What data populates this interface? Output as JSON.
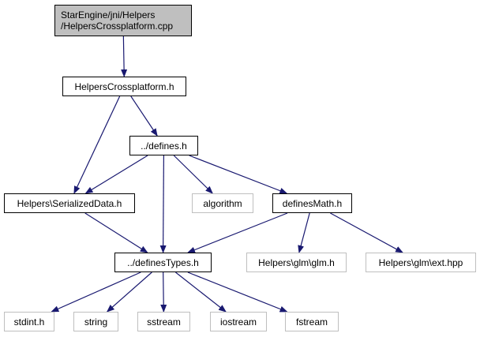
{
  "colors": {
    "edge": "#191970",
    "node_border": "#000000",
    "external_border": "#bfbfbf",
    "root_fill": "#bfbfbf",
    "background": "#ffffff"
  },
  "nodes": {
    "root": {
      "line1": "StarEngine/jni/Helpers",
      "line2": "/HelpersCrossplatform.cpp"
    },
    "crossplatform_h": {
      "label": "HelpersCrossplatform.h"
    },
    "defines_h": {
      "label": "../defines.h"
    },
    "serialized_data_h": {
      "label": "Helpers\\SerializedData.h"
    },
    "algorithm": {
      "label": "algorithm"
    },
    "defines_math_h": {
      "label": "definesMath.h"
    },
    "defines_types_h": {
      "label": "../definesTypes.h"
    },
    "glm_h": {
      "label": "Helpers\\glm\\glm.h"
    },
    "glm_ext_hpp": {
      "label": "Helpers\\glm\\ext.hpp"
    },
    "stdint_h": {
      "label": "stdint.h"
    },
    "string": {
      "label": "string"
    },
    "sstream": {
      "label": "sstream"
    },
    "iostream": {
      "label": "iostream"
    },
    "fstream": {
      "label": "fstream"
    }
  },
  "edges": [
    [
      "root",
      "crossplatform_h"
    ],
    [
      "crossplatform_h",
      "serialized_data_h"
    ],
    [
      "crossplatform_h",
      "defines_h"
    ],
    [
      "defines_h",
      "serialized_data_h"
    ],
    [
      "defines_h",
      "defines_types_h"
    ],
    [
      "defines_h",
      "algorithm"
    ],
    [
      "defines_h",
      "defines_math_h"
    ],
    [
      "serialized_data_h",
      "defines_types_h"
    ],
    [
      "defines_math_h",
      "defines_types_h"
    ],
    [
      "defines_math_h",
      "glm_h"
    ],
    [
      "defines_math_h",
      "glm_ext_hpp"
    ],
    [
      "defines_types_h",
      "stdint_h"
    ],
    [
      "defines_types_h",
      "string"
    ],
    [
      "defines_types_h",
      "sstream"
    ],
    [
      "defines_types_h",
      "iostream"
    ],
    [
      "defines_types_h",
      "fstream"
    ]
  ]
}
